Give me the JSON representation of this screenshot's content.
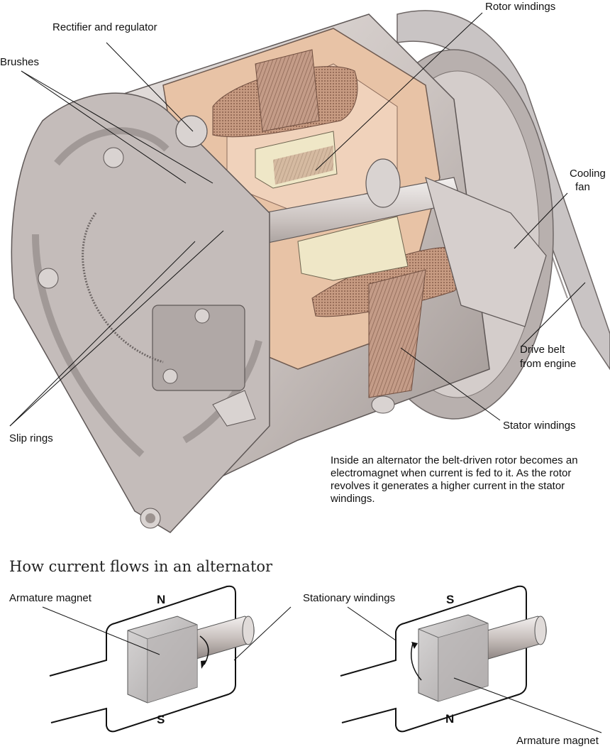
{
  "labels": {
    "rotor_windings": "Rotor windings",
    "rectifier_regulator": "Rectifier and regulator",
    "brushes": "Brushes",
    "cooling_fan_line1": "Cooling",
    "cooling_fan_line2": "fan",
    "drive_belt_line1": "Drive belt",
    "drive_belt_line2": "from engine",
    "stator_windings": "Stator windings",
    "slip_rings": "Slip rings"
  },
  "caption": "Inside an alternator the belt-driven rotor becomes an electromagnet when current is fed to it. As the rotor revolves it generates a higher current in the stator windings.",
  "section_title": "How current flows in an alternator",
  "left_diagram": {
    "armature_label": "Armature magnet",
    "top_pole": "N",
    "bottom_pole": "S"
  },
  "right_diagram": {
    "windings_label": "Stationary windings",
    "armature_label": "Armature magnet",
    "top_pole": "S",
    "bottom_pole": "N"
  },
  "colors": {
    "metal": "#c9c2bf",
    "metal_dark": "#8f8683",
    "copper": "#e8c3a6",
    "coil": "#b98f78"
  }
}
